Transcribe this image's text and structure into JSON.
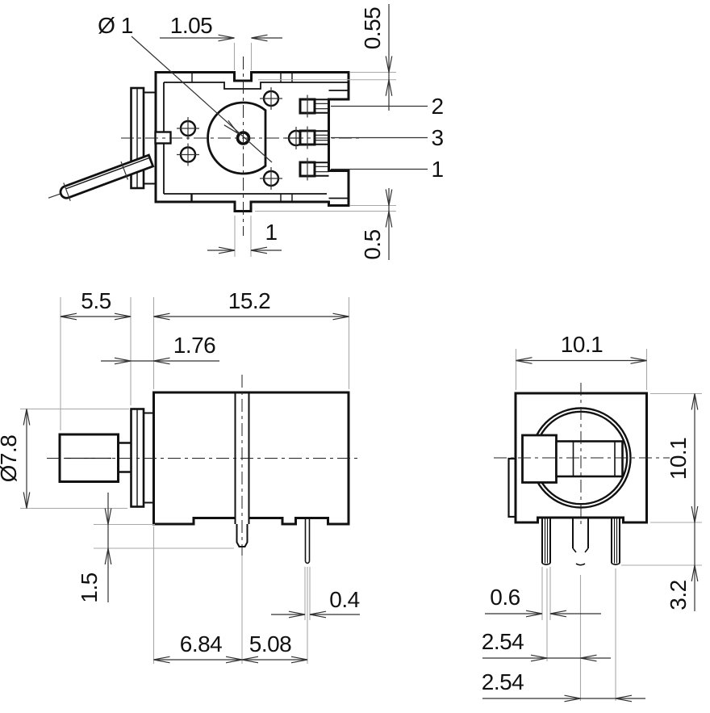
{
  "drawing": {
    "kind": "toggle-switch-3-view-dimension-drawing",
    "colors": {
      "background": "#ffffff",
      "outline": "#111111",
      "dimension": "#333333",
      "extension": "#a8a8a8"
    },
    "views": {
      "top": {
        "labels": {
          "hole_dia": "Ø 1",
          "notch_width": "1.05",
          "edge_step": "0.55",
          "terminal_2": "2",
          "terminal_3": "3",
          "terminal_1": "1",
          "tab_step": "0.5",
          "tab_width": "1"
        }
      },
      "side": {
        "labels": {
          "actuator_length": "5.5",
          "body_length": "15.2",
          "collar_width": "1.76",
          "actuator_dia": "Ø7.8",
          "peg_length": "1.5",
          "terminal_thickness": "0.4",
          "peg_offset": "6.84",
          "terminal_pitch": "5.08"
        }
      },
      "front": {
        "labels": {
          "body_width": "10.1",
          "body_height": "10.1",
          "terminal_length": "3.2",
          "terminal_width": "0.6",
          "terminal_pitch_a": "2.54",
          "terminal_pitch_b": "2.54"
        }
      }
    }
  }
}
